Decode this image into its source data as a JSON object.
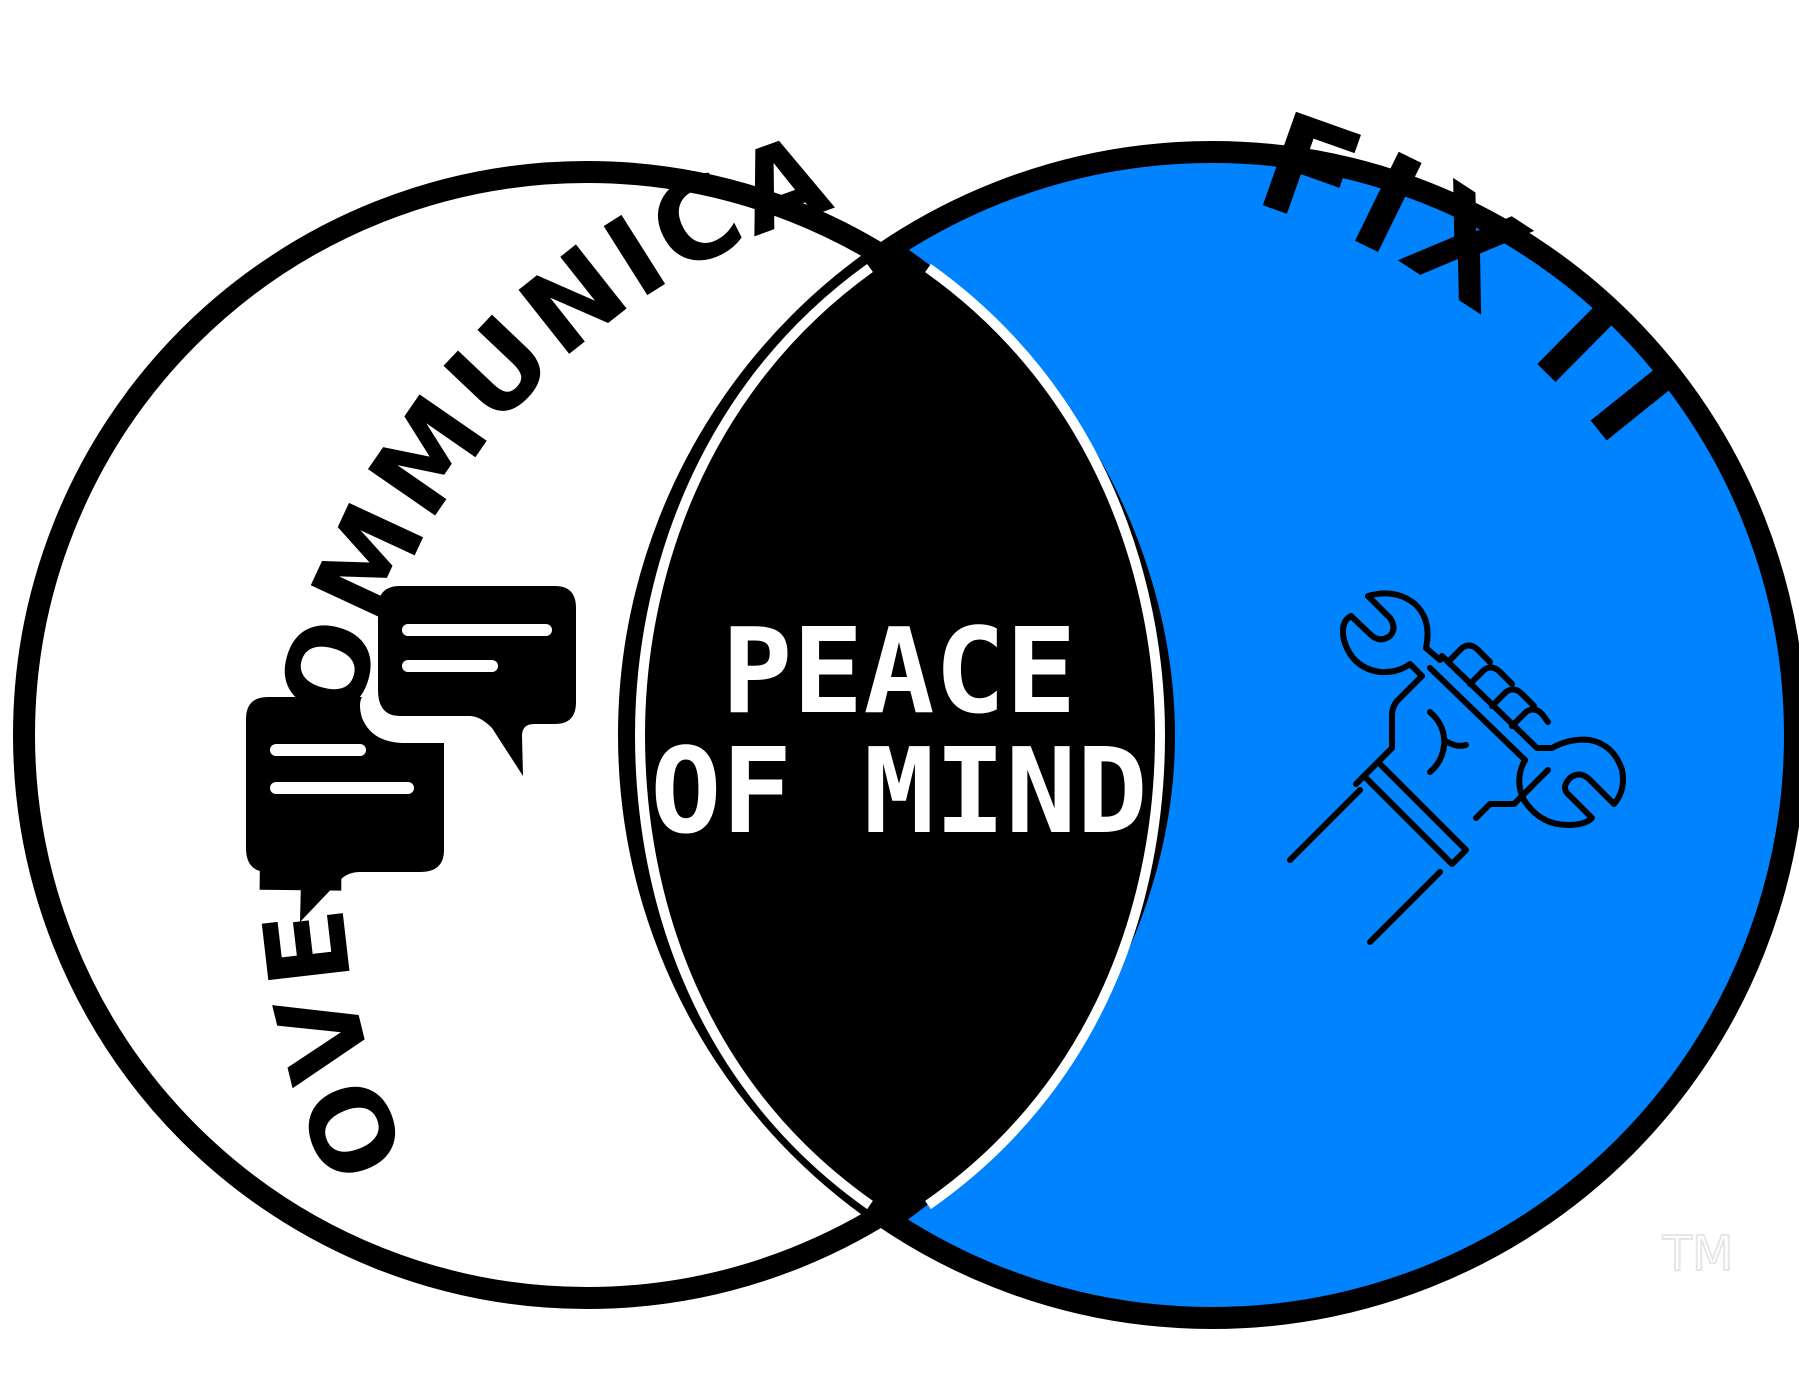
{
  "diagram": {
    "type": "venn",
    "left_circle": {
      "label": "OVERCOMMUNICATE",
      "icon": "chat-bubbles-icon",
      "fill": "#ffffff"
    },
    "right_circle": {
      "label": "FIX IT",
      "icon": "wrench-fist-icon",
      "fill": "#0083ff"
    },
    "overlap": {
      "line1": "PEACE",
      "line2": "OF MIND",
      "fill": "#000000",
      "text_color": "#ffffff"
    },
    "trademark": "TM",
    "outline_color": "#000000"
  }
}
